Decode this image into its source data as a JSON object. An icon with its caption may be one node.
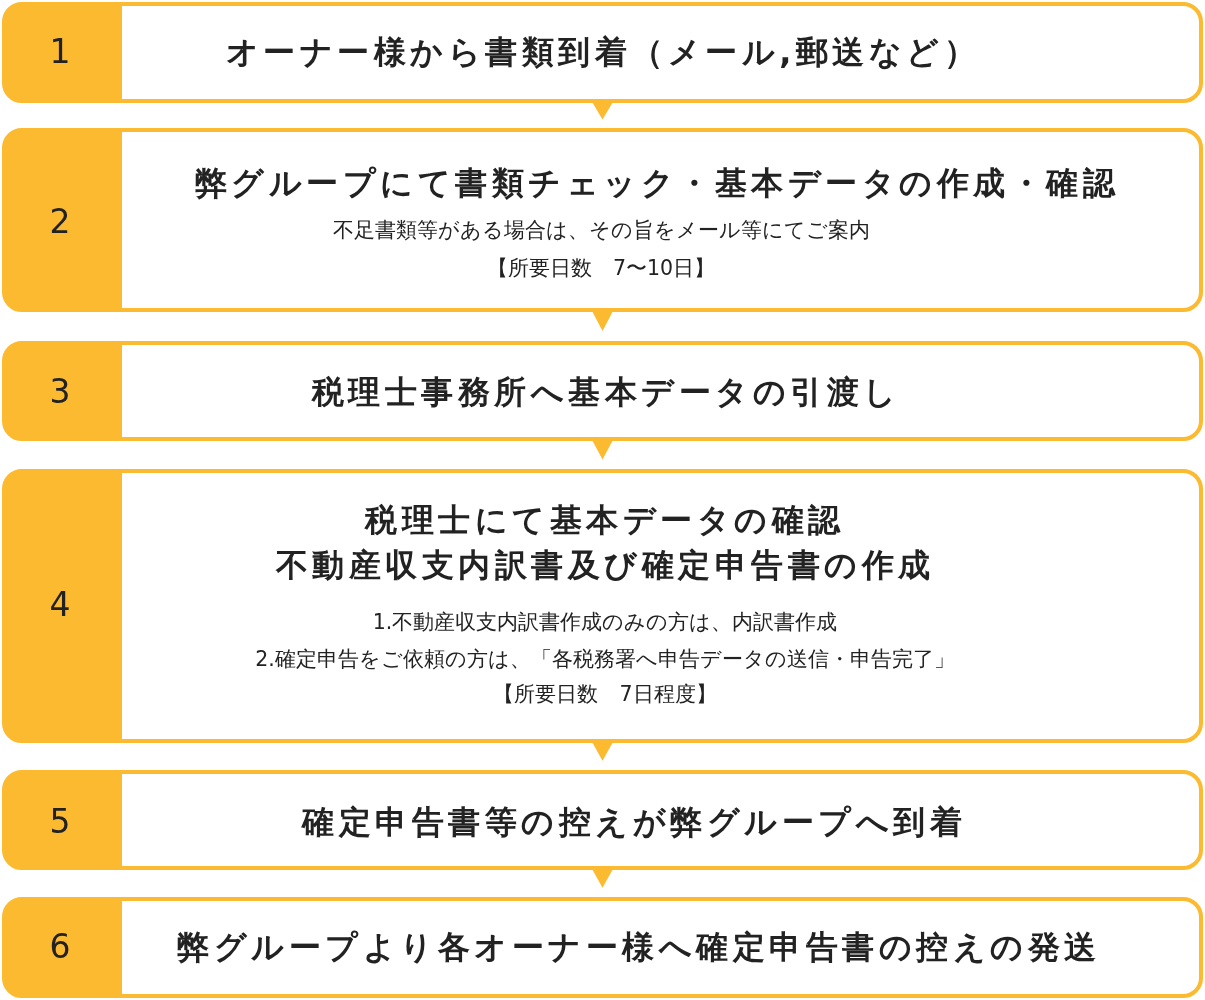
{
  "diagram": {
    "nodes": [
      {
        "text": [
          "1",
          "オーナー様から書類到着（メール,郵送など）"
        ]
      },
      {
        "text": [
          "2",
          "弊グループにて書類チェック・基本データの作成・確認",
          "不足書類等がある場合は、その旨をメール等にてご案内",
          "【所要日数　7〜10日】"
        ]
      },
      {
        "text": [
          "3",
          "税理士事務所へ基本データの引渡し"
        ]
      },
      {
        "text": [
          "4",
          "税理士にて基本データの確認",
          "不動産収支内訳書及び確定申告書の作成",
          "1.不動産収支内訳書作成のみの方は、内訳書作成",
          "2.確定申告をご依頼の方は、「各税務署へ申告データの送信・申告完了」",
          "【所要日数　7日程度】"
        ]
      },
      {
        "text": [
          "5",
          "確定申告書等の控えが弊グループへ到着"
        ]
      },
      {
        "text": [
          "6",
          "弊グループより各オーナー様へ確定申告書の控えの発送"
        ]
      }
    ],
    "edges": [
      {
        "from": 0,
        "to": 1,
        "arrow": "to"
      },
      {
        "from": 1,
        "to": 2,
        "arrow": "to"
      },
      {
        "from": 2,
        "to": 3,
        "arrow": "to"
      },
      {
        "from": 3,
        "to": 4,
        "arrow": "to"
      },
      {
        "from": 4,
        "to": 5,
        "arrow": "to"
      }
    ]
  }
}
